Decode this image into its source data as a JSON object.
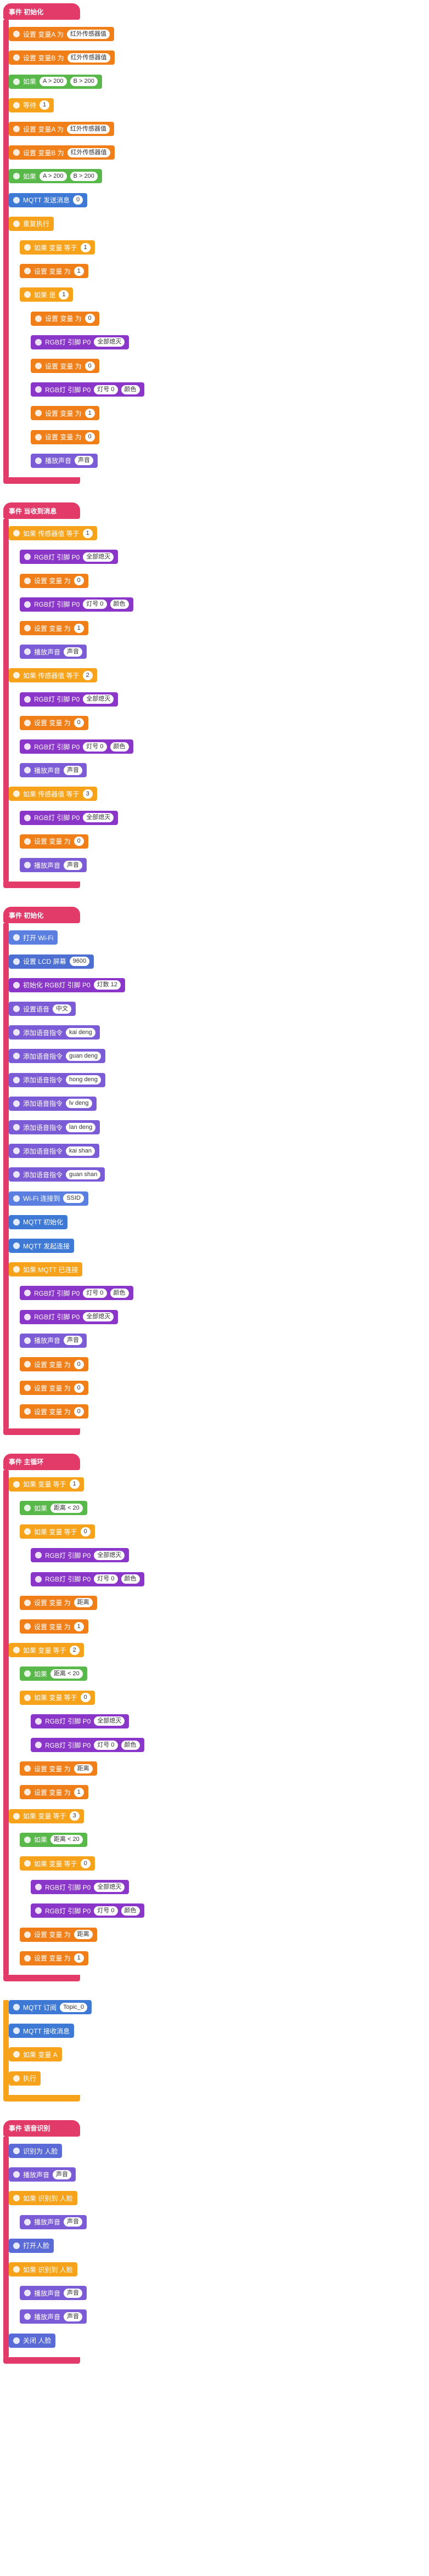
{
  "program": {
    "sections": [
      {
        "hat_label": "事件 初始化",
        "blocks": [
          {
            "label": "设置 变量A 为",
            "chip": "红外传感器值",
            "chip2": "",
            "color": "c-var",
            "indent": 0
          },
          {
            "label": "设置 变量B 为",
            "chip": "红外传感器值",
            "chip2": "",
            "color": "c-var",
            "indent": 0
          },
          {
            "label": "如果",
            "chip": "A > 200",
            "chip2": "B > 200",
            "color": "c-logic",
            "indent": 0
          },
          {
            "label": "等待",
            "chip": "1",
            "chip2": "",
            "color": "c-control",
            "indent": 0
          },
          {
            "label": "设置 变量A 为",
            "chip": "红外传感器值",
            "chip2": "",
            "color": "c-var",
            "indent": 0
          },
          {
            "label": "设置 变量B 为",
            "chip": "红外传感器值",
            "chip2": "",
            "color": "c-var",
            "indent": 0
          },
          {
            "label": "如果",
            "chip": "A > 200",
            "chip2": "B > 200",
            "color": "c-logic",
            "indent": 0
          },
          {
            "label": "MQTT 发送消息",
            "chip": "0",
            "chip2": "",
            "color": "c-mqtt",
            "indent": 0
          },
          {
            "label": "重复执行",
            "chip": "",
            "chip2": "",
            "color": "c-loop",
            "indent": 0
          },
          {
            "label": "如果 变量 等于",
            "chip": "1",
            "chip2": "",
            "color": "c-control",
            "indent": 1
          },
          {
            "label": "设置 变量 为",
            "chip": "1",
            "chip2": "",
            "color": "c-var",
            "indent": 1
          },
          {
            "label": "如果 是",
            "chip": "1",
            "chip2": "",
            "color": "c-control",
            "indent": 1
          },
          {
            "label": "设置 变量 为",
            "chip": "0",
            "chip2": "",
            "color": "c-var",
            "indent": 2
          },
          {
            "label": "RGB灯 引脚 P0",
            "chip": "全部熄灭",
            "chip2": "",
            "color": "c-led",
            "indent": 2
          },
          {
            "label": "设置 变量 为",
            "chip": "0",
            "chip2": "",
            "color": "c-var",
            "indent": 2
          },
          {
            "label": "RGB灯 引脚 P0",
            "chip": "灯号 0",
            "chip2": "颜色",
            "color": "c-led",
            "indent": 2
          },
          {
            "label": "设置 变量 为",
            "chip": "1",
            "chip2": "",
            "color": "c-var",
            "indent": 2
          },
          {
            "label": "设置 变量 为",
            "chip": "0",
            "chip2": "",
            "color": "c-var",
            "indent": 2
          },
          {
            "label": "播放声音",
            "chip": "声音",
            "chip2": "",
            "color": "c-text",
            "indent": 2
          }
        ]
      },
      {
        "hat_label": "事件 当收到消息",
        "blocks": [
          {
            "label": "如果 传感器值 等于",
            "chip": "1",
            "chip2": "",
            "color": "c-control",
            "indent": 0
          },
          {
            "label": "RGB灯 引脚 P0",
            "chip": "全部熄灭",
            "chip2": "",
            "color": "c-led",
            "indent": 1
          },
          {
            "label": "设置 变量 为",
            "chip": "0",
            "chip2": "",
            "color": "c-var",
            "indent": 1
          },
          {
            "label": "RGB灯 引脚 P0",
            "chip": "灯号 0",
            "chip2": "颜色",
            "color": "c-led",
            "indent": 1
          },
          {
            "label": "设置 变量 为",
            "chip": "1",
            "chip2": "",
            "color": "c-var",
            "indent": 1
          },
          {
            "label": "播放声音",
            "chip": "声音",
            "chip2": "",
            "color": "c-text",
            "indent": 1
          },
          {
            "label": "如果 传感器值 等于",
            "chip": "2",
            "chip2": "",
            "color": "c-control",
            "indent": 0
          },
          {
            "label": "RGB灯 引脚 P0",
            "chip": "全部熄灭",
            "chip2": "",
            "color": "c-led",
            "indent": 1
          },
          {
            "label": "设置 变量 为",
            "chip": "0",
            "chip2": "",
            "color": "c-var",
            "indent": 1
          },
          {
            "label": "RGB灯 引脚 P0",
            "chip": "灯号 0",
            "chip2": "颜色",
            "color": "c-led",
            "indent": 1
          },
          {
            "label": "播放声音",
            "chip": "声音",
            "chip2": "",
            "color": "c-text",
            "indent": 1
          },
          {
            "label": "如果 传感器值 等于",
            "chip": "3",
            "chip2": "",
            "color": "c-control",
            "indent": 0
          },
          {
            "label": "RGB灯 引脚 P0",
            "chip": "全部熄灭",
            "chip2": "",
            "color": "c-led",
            "indent": 1
          },
          {
            "label": "设置 变量 为",
            "chip": "0",
            "chip2": "",
            "color": "c-var",
            "indent": 1
          },
          {
            "label": "播放声音",
            "chip": "声音",
            "chip2": "",
            "color": "c-text",
            "indent": 1
          }
        ]
      },
      {
        "hat_label": "事件 初始化",
        "blocks": [
          {
            "label": "打开 Wi-Fi",
            "chip": "",
            "chip2": "",
            "color": "c-wifi",
            "indent": 0
          },
          {
            "label": "设置 LCD 屏幕",
            "chip": "9600",
            "chip2": "",
            "color": "c-lcd",
            "indent": 0
          },
          {
            "label": "初始化 RGB灯 引脚 P0",
            "chip": "灯数 12",
            "chip2": "",
            "color": "c-led",
            "indent": 0
          },
          {
            "label": "设置语音",
            "chip": "中文",
            "chip2": "",
            "color": "c-text",
            "indent": 0
          },
          {
            "label": "添加语音指令",
            "chip": "kai deng",
            "chip2": "",
            "color": "c-text",
            "indent": 0
          },
          {
            "label": "添加语音指令",
            "chip": "guan deng",
            "chip2": "",
            "color": "c-text",
            "indent": 0
          },
          {
            "label": "添加语音指令",
            "chip": "hong deng",
            "chip2": "",
            "color": "c-text",
            "indent": 0
          },
          {
            "label": "添加语音指令",
            "chip": "lv deng",
            "chip2": "",
            "color": "c-text",
            "indent": 0
          },
          {
            "label": "添加语音指令",
            "chip": "lan deng",
            "chip2": "",
            "color": "c-text",
            "indent": 0
          },
          {
            "label": "添加语音指令",
            "chip": "kai shan",
            "chip2": "",
            "color": "c-text",
            "indent": 0
          },
          {
            "label": "添加语音指令",
            "chip": "guan shan",
            "chip2": "",
            "color": "c-text",
            "indent": 0
          },
          {
            "label": "Wi-Fi 连接到",
            "chip": "SSID",
            "chip2": "",
            "color": "c-wifi",
            "indent": 0
          },
          {
            "label": "MQTT 初始化",
            "chip": "",
            "chip2": "",
            "color": "c-mqtt",
            "indent": 0
          },
          {
            "label": "MQTT 发起连接",
            "chip": "",
            "chip2": "",
            "color": "c-mqtt",
            "indent": 0
          },
          {
            "label": "如果 MQTT 已连接",
            "chip": "",
            "chip2": "",
            "color": "c-control",
            "indent": 0
          },
          {
            "label": "RGB灯 引脚 P0",
            "chip": "灯号 0",
            "chip2": "颜色",
            "color": "c-led",
            "indent": 1
          },
          {
            "label": "RGB灯 引脚 P0",
            "chip": "全部熄灭",
            "chip2": "",
            "color": "c-led",
            "indent": 1
          },
          {
            "label": "播放声音",
            "chip": "声音",
            "chip2": "",
            "color": "c-text",
            "indent": 1
          },
          {
            "label": "设置 变量 为",
            "chip": "0",
            "chip2": "",
            "color": "c-var",
            "indent": 1
          },
          {
            "label": "设置 变量 为",
            "chip": "0",
            "chip2": "",
            "color": "c-var",
            "indent": 1
          },
          {
            "label": "设置 变量 为",
            "chip": "0",
            "chip2": "",
            "color": "c-var",
            "indent": 1
          }
        ]
      },
      {
        "hat_label": "事件 主循环",
        "blocks": [
          {
            "label": "如果 变量 等于",
            "chip": "1",
            "chip2": "",
            "color": "c-control",
            "indent": 0
          },
          {
            "label": "如果",
            "chip": "距离 < 20",
            "chip2": "",
            "color": "c-logic",
            "indent": 1
          },
          {
            "label": "如果 变量 等于",
            "chip": "0",
            "chip2": "",
            "color": "c-control",
            "indent": 1
          },
          {
            "label": "RGB灯 引脚 P0",
            "chip": "全部熄灭",
            "chip2": "",
            "color": "c-led",
            "indent": 2
          },
          {
            "label": "RGB灯 引脚 P0",
            "chip": "灯号 0",
            "chip2": "颜色",
            "color": "c-led",
            "indent": 2
          },
          {
            "label": "设置 变量 为",
            "chip": "距离",
            "chip2": "",
            "color": "c-var",
            "indent": 1
          },
          {
            "label": "设置 变量 为",
            "chip": "1",
            "chip2": "",
            "color": "c-var",
            "indent": 1
          },
          {
            "label": "如果 变量 等于",
            "chip": "2",
            "chip2": "",
            "color": "c-control",
            "indent": 0
          },
          {
            "label": "如果",
            "chip": "距离 < 20",
            "chip2": "",
            "color": "c-logic",
            "indent": 1
          },
          {
            "label": "如果 变量 等于",
            "chip": "0",
            "chip2": "",
            "color": "c-control",
            "indent": 1
          },
          {
            "label": "RGB灯 引脚 P0",
            "chip": "全部熄灭",
            "chip2": "",
            "color": "c-led",
            "indent": 2
          },
          {
            "label": "RGB灯 引脚 P0",
            "chip": "灯号 0",
            "chip2": "颜色",
            "color": "c-led",
            "indent": 2
          },
          {
            "label": "设置 变量 为",
            "chip": "距离",
            "chip2": "",
            "color": "c-var",
            "indent": 1
          },
          {
            "label": "设置 变量 为",
            "chip": "1",
            "chip2": "",
            "color": "c-var",
            "indent": 1
          },
          {
            "label": "如果 变量 等于",
            "chip": "3",
            "chip2": "",
            "color": "c-control",
            "indent": 0
          },
          {
            "label": "如果",
            "chip": "距离 < 20",
            "chip2": "",
            "color": "c-logic",
            "indent": 1
          },
          {
            "label": "如果 变量 等于",
            "chip": "0",
            "chip2": "",
            "color": "c-control",
            "indent": 1
          },
          {
            "label": "RGB灯 引脚 P0",
            "chip": "全部熄灭",
            "chip2": "",
            "color": "c-led",
            "indent": 2
          },
          {
            "label": "RGB灯 引脚 P0",
            "chip": "灯号 0",
            "chip2": "颜色",
            "color": "c-led",
            "indent": 2
          },
          {
            "label": "设置 变量 为",
            "chip": "距离",
            "chip2": "",
            "color": "c-var",
            "indent": 1
          },
          {
            "label": "设置 变量 为",
            "chip": "1",
            "chip2": "",
            "color": "c-var",
            "indent": 1
          }
        ]
      },
      {
        "hat_label": "",
        "blocks": [
          {
            "label": "MQTT 订阅",
            "chip": "Topic_0",
            "chip2": "",
            "color": "c-mqtt",
            "indent": 0
          },
          {
            "label": "MQTT 接收消息",
            "chip": "",
            "chip2": "",
            "color": "c-mqtt",
            "indent": 0
          },
          {
            "label": "如果 变量 A",
            "chip": "",
            "chip2": "",
            "color": "c-control",
            "indent": 0
          },
          {
            "label": "执行",
            "chip": "",
            "chip2": "",
            "color": "c-control",
            "indent": 0
          }
        ]
      },
      {
        "hat_label": "事件 语音识别",
        "blocks": [
          {
            "label": "识别为 人脸",
            "chip": "",
            "chip2": "",
            "color": "c-sensor",
            "indent": 0
          },
          {
            "label": "播放声音",
            "chip": "声音",
            "chip2": "",
            "color": "c-text",
            "indent": 0
          },
          {
            "label": "如果 识别到 人脸",
            "chip": "",
            "chip2": "",
            "color": "c-control",
            "indent": 0
          },
          {
            "label": "播放声音",
            "chip": "声音",
            "chip2": "",
            "color": "c-text",
            "indent": 1
          },
          {
            "label": "打开人脸",
            "chip": "",
            "chip2": "",
            "color": "c-sensor",
            "indent": 0
          },
          {
            "label": "如果 识别到 人脸",
            "chip": "",
            "chip2": "",
            "color": "c-control",
            "indent": 0
          },
          {
            "label": "播放声音",
            "chip": "声音",
            "chip2": "",
            "color": "c-text",
            "indent": 1
          },
          {
            "label": "播放声音",
            "chip": "声音",
            "chip2": "",
            "color": "c-text",
            "indent": 1
          },
          {
            "label": "关闭 人脸",
            "chip": "",
            "chip2": "",
            "color": "c-sensor",
            "indent": 0
          }
        ]
      }
    ]
  }
}
